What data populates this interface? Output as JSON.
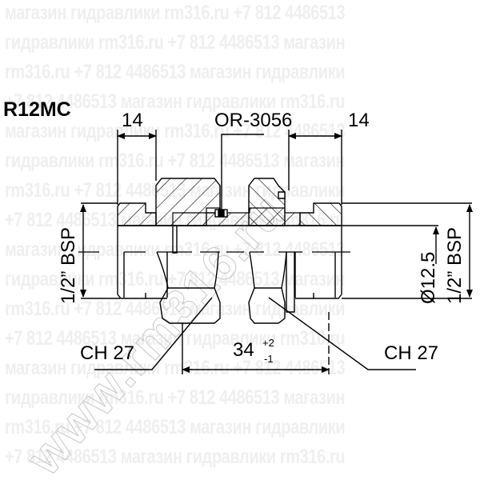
{
  "title": "R12MC",
  "watermark": {
    "color": "#efefef",
    "rows": [
      "магазин гидравлики rm316.ru +7 812 4486513",
      "гидравлики rm316.ru +7 812 4486513 магазин",
      "rm316.ru +7 812 4486513 магазин гидравлики",
      "+7 812 4486513 магазин гидравлики rm316.ru",
      "магазин гидравлики rm316.ru +7 812 4486513",
      "гидравлики rm316.ru +7 812 4486513 магазин",
      "rm316.ru +7 812 4486513 магазин гидравлики",
      "+7 812 4486513 магазин гидравлики rm316.ru",
      "магазин гидравлики rm316.ru +7 812 4486513",
      "гидравлики rm316.ru +7 812 4486513 магазин",
      "rm316.ru +7 812 4486513 магазин гидравлики",
      "+7 812 4486513 магазин гидравлики rm316.ru",
      "магазин гидравлики rm316.ru +7 812 4486513",
      "гидравлики rm316.ru +7 812 4486513 магазин",
      "rm316.ru +7 812 4486513 магазин гидравлики",
      "+7 812 4486513 магазин гидравлики rm316.ru"
    ],
    "diagonal": "www.rm316.ru"
  },
  "dimensions": {
    "left_length": "14",
    "right_length": "14",
    "oring": "OR-3056",
    "left_thread": "1/2” BSP",
    "right_thread": "1/2” BSP",
    "bore": "Ø12.5",
    "hex_left": "CH 27",
    "hex_right": "CH 27",
    "overall_length": "34",
    "tol_plus": "+2",
    "tol_minus": "-1"
  },
  "colors": {
    "line": "#000000",
    "background": "#ffffff"
  }
}
